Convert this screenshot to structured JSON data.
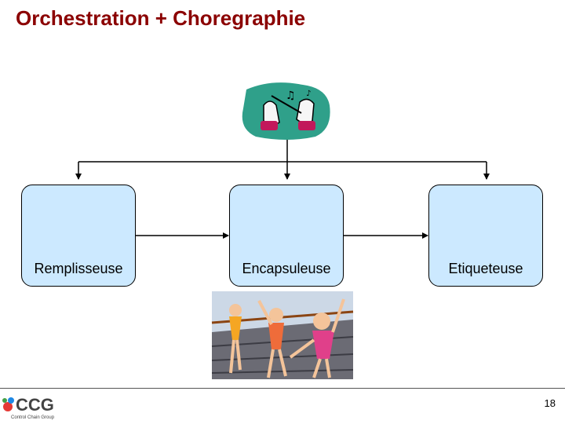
{
  "title": "Orchestration + Choregraphie",
  "nodes": [
    {
      "id": "remplisseuse",
      "label": "Remplisseuse"
    },
    {
      "id": "encapsuleuse",
      "label": "Encapsuleuse"
    },
    {
      "id": "etiqueteuse",
      "label": "Etiqueteuse"
    }
  ],
  "images": {
    "top": "conductor-hands-clipart",
    "bottom": "ballet-dancers-clipart"
  },
  "footer": {
    "logo_text": "CCG",
    "logo_subtext": "Control Chain Group",
    "page_number": "18"
  },
  "colors": {
    "title": "#8b0000",
    "box_fill": "#cce9ff"
  }
}
